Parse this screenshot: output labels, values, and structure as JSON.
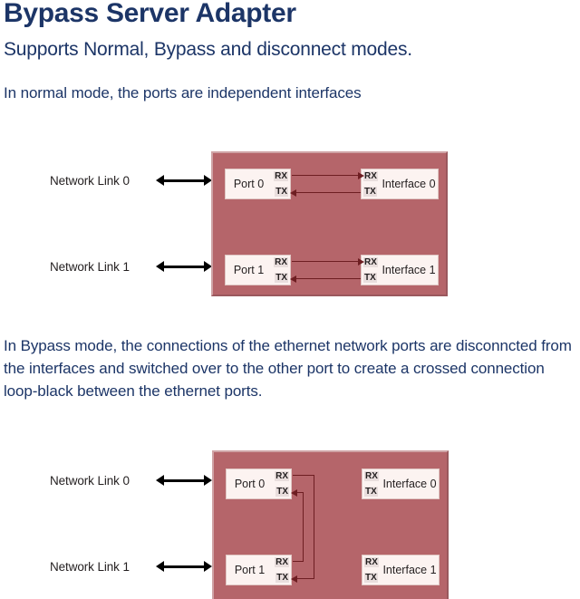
{
  "header": {
    "title": "Bypass Server Adapter",
    "subtitle": "Supports Normal, Bypass and disconnect modes."
  },
  "sections": [
    {
      "id": "normal",
      "description": "In normal mode, the ports are independent interfaces",
      "diagram": {
        "panel_color": "#b5656a",
        "wire_color": "#6e1e22",
        "external_links": [
          {
            "label": "Network Link 0"
          },
          {
            "label": "Network Link 1"
          }
        ],
        "rows": [
          {
            "port_label": "Port 0",
            "interface_label": "Interface 0",
            "port_pins": {
              "rx": "RX",
              "tx": "TX"
            },
            "interface_pins": {
              "rx": "RX",
              "tx": "TX"
            }
          },
          {
            "port_label": "Port 1",
            "interface_label": "Interface 1",
            "port_pins": {
              "rx": "RX",
              "tx": "TX"
            },
            "interface_pins": {
              "rx": "RX",
              "tx": "TX"
            }
          }
        ],
        "connections": "port-rx-to-interface-rx and interface-tx-to-port-tx, straight through per row"
      }
    },
    {
      "id": "bypass",
      "description": "In Bypass mode, the connections of the ethernet network ports are disconncted from the interfaces and switched over to the other port to create a crossed connection loop-black between the ethernet ports.",
      "diagram": {
        "panel_color": "#b5656a",
        "wire_color": "#6e1e22",
        "external_links": [
          {
            "label": "Network Link 0"
          },
          {
            "label": "Network Link 1"
          }
        ],
        "rows": [
          {
            "port_label": "Port 0",
            "interface_label": "Interface 0",
            "port_pins": {
              "rx": "RX",
              "tx": "TX"
            },
            "interface_pins": {
              "rx": "RX",
              "tx": "TX"
            }
          },
          {
            "port_label": "Port 1",
            "interface_label": "Interface 1",
            "port_pins": {
              "rx": "RX",
              "tx": "TX"
            },
            "interface_pins": {
              "rx": "RX",
              "tx": "TX"
            }
          }
        ],
        "connections": "port0-rx crosses down to port1-tx; port1-rx crosses up to port0-tx; interfaces disconnected"
      }
    }
  ]
}
